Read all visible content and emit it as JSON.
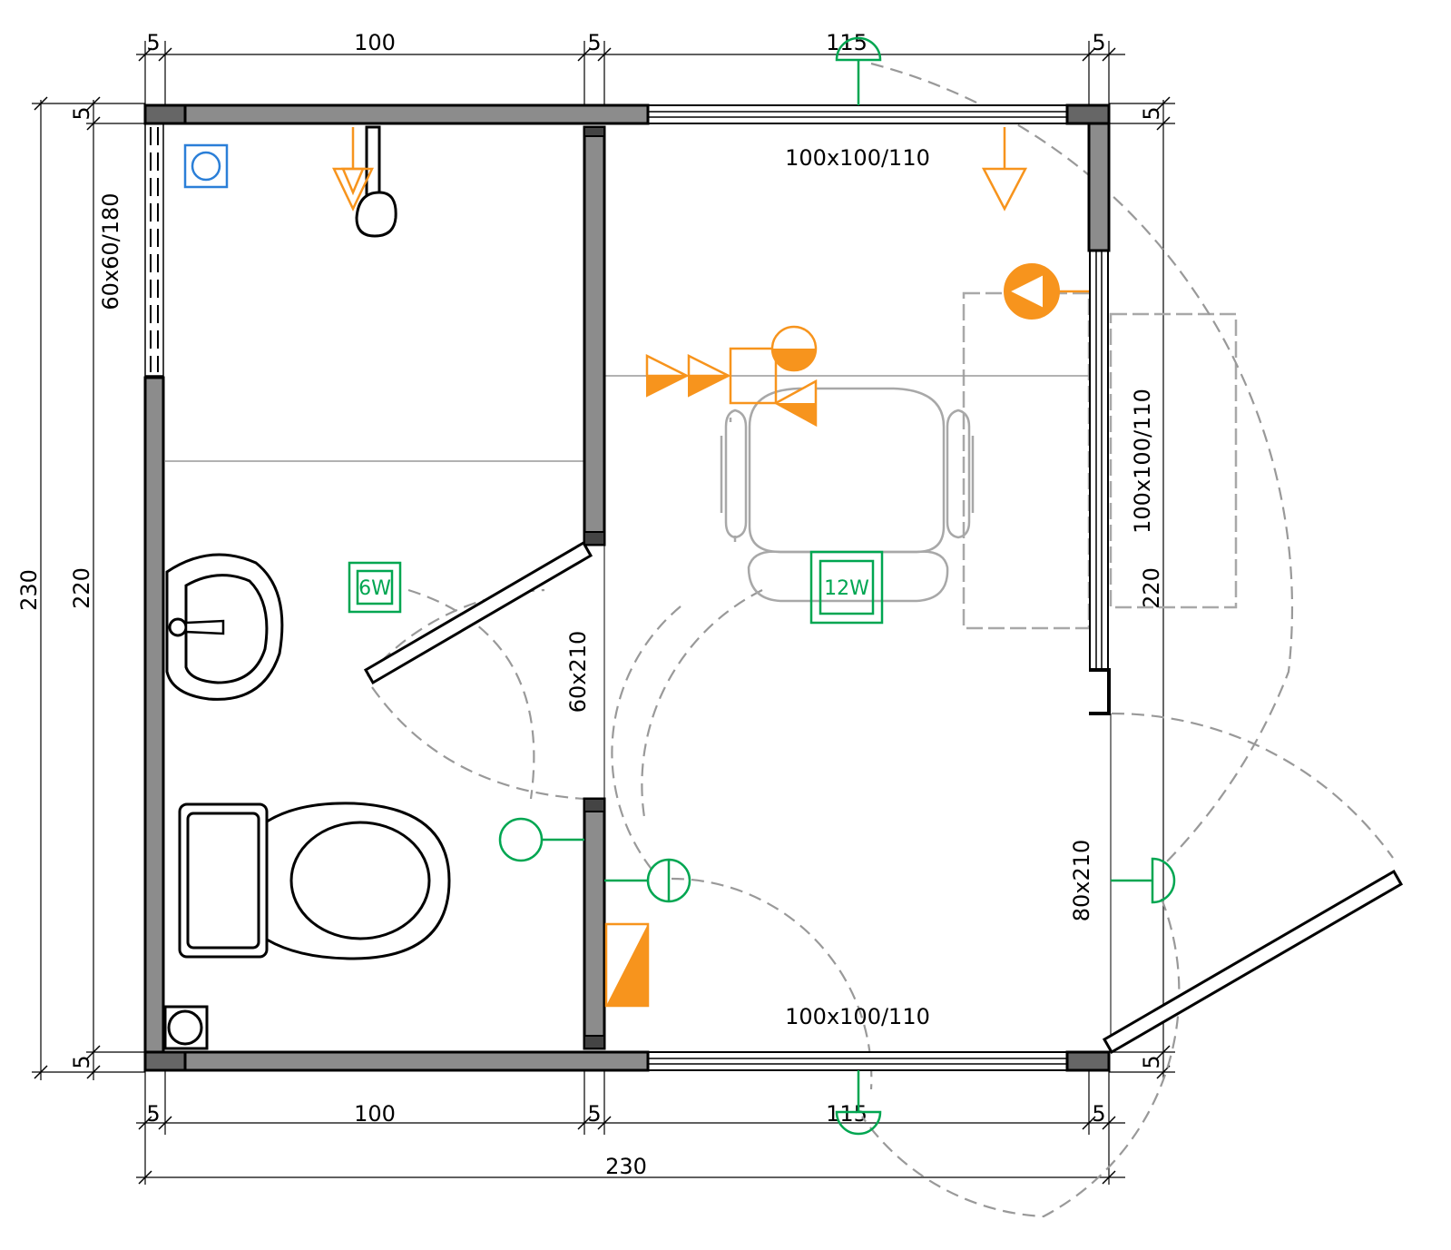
{
  "dimensions": {
    "top": [
      "5",
      "100",
      "5",
      "115",
      "5"
    ],
    "bottom": [
      "5",
      "100",
      "5",
      "115",
      "5"
    ],
    "overall_width": "230",
    "overall_height": "230",
    "inner_height": "220",
    "right_inner_height": "220",
    "left_top_thickness": "5",
    "left_bottom_thickness": "5",
    "right_top_thickness": "5",
    "right_bottom_thickness": "5"
  },
  "windows": {
    "top": "100x100/110",
    "bottom": "100x100/110",
    "right": "100x100/110",
    "bathroom_side": "60x60/180"
  },
  "doors": {
    "interior": "60x210",
    "entrance": "80x210"
  },
  "lamps": {
    "bathroom": "6W",
    "room": "12W"
  },
  "colors": {
    "wall_fill": "#8c8c8c",
    "electrical": "#00a651",
    "heating": "#f7941d",
    "furniture": "#a8a8a8",
    "fixtures": "#000000",
    "ventilation": "#2b7fd8"
  }
}
